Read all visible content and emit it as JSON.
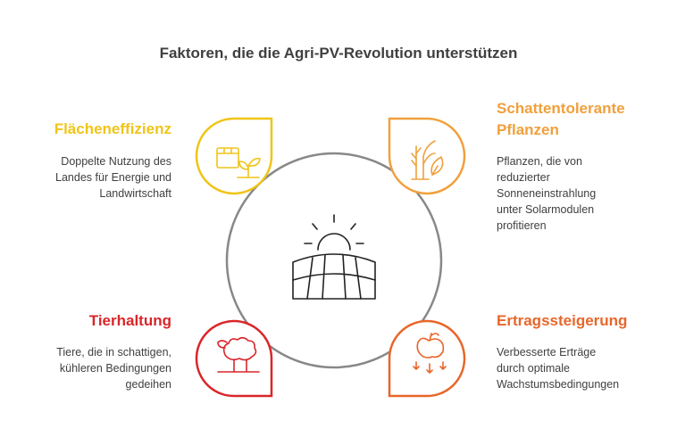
{
  "title": "Faktoren, die die Agri-PV-Revolution unterstützen",
  "colors": {
    "yellow": "#F0C419",
    "orange": "#F0A03C",
    "red": "#D9262A",
    "deep_orange": "#E8662A",
    "ring": "#888888",
    "icon": "#222222"
  },
  "center": {
    "icon": "solar-field-icon"
  },
  "factors": [
    {
      "position": "top-left",
      "title": "Flächeneffizienz",
      "description_lines": [
        "Doppelte Nutzung des",
        "Landes für Energie und",
        "Landwirtschaft"
      ],
      "icon": "box-sprout-icon",
      "color": "#F0C419"
    },
    {
      "position": "top-right",
      "title_lines": [
        "Schattentolerante",
        "Pflanzen"
      ],
      "description_lines": [
        "Pflanzen, die von",
        "reduzierter",
        "Sonneneinstrahlung",
        "unter Solarmodulen",
        "profitieren"
      ],
      "icon": "plants-leaf-icon",
      "color": "#F0A03C"
    },
    {
      "position": "bottom-left",
      "title": "Tierhaltung",
      "description_lines": [
        "Tiere, die in schattigen,",
        "kühleren Bedingungen",
        "gedeihen"
      ],
      "icon": "sheep-icon",
      "color": "#D9262A"
    },
    {
      "position": "bottom-right",
      "title": "Ertragssteigerung",
      "description_lines": [
        "Verbesserte Erträge",
        "durch optimale",
        "Wachstumsbedingungen"
      ],
      "icon": "apple-arrows-icon",
      "color": "#E8662A"
    }
  ]
}
